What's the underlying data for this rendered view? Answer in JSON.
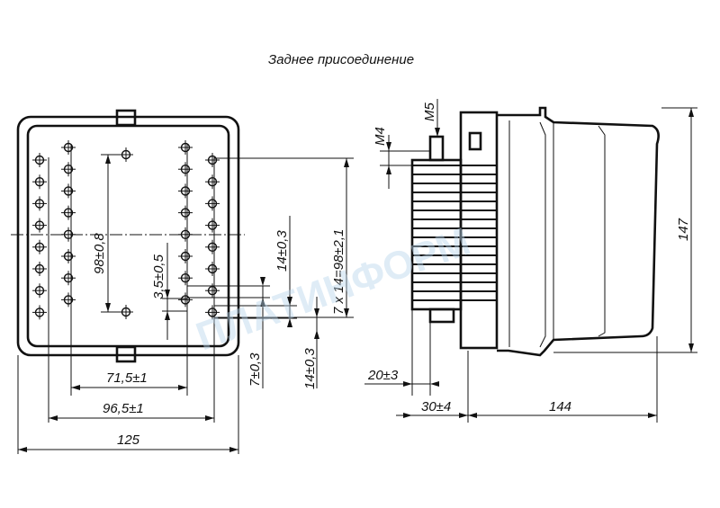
{
  "title": "Заднее присоединение",
  "dimensions": {
    "front": {
      "width_125": "125",
      "width_96": "96,5±1",
      "width_71": "71,5±1",
      "height_98_08": "98±0,8",
      "pitch_35": "3,5±0,5",
      "pitch_7": "7±0,3",
      "pitch_14_upper": "14±0,3",
      "pitch_14_lower": "14±0,3",
      "height_7x14": "7 x 14=98±2,1"
    },
    "side": {
      "m4": "M4",
      "m5": "M5",
      "height_147": "147",
      "depth_20": "20±3",
      "depth_30": "30±4",
      "depth_144": "144"
    }
  },
  "watermark": {
    "text": "ПЛАТИНФОРМ"
  }
}
